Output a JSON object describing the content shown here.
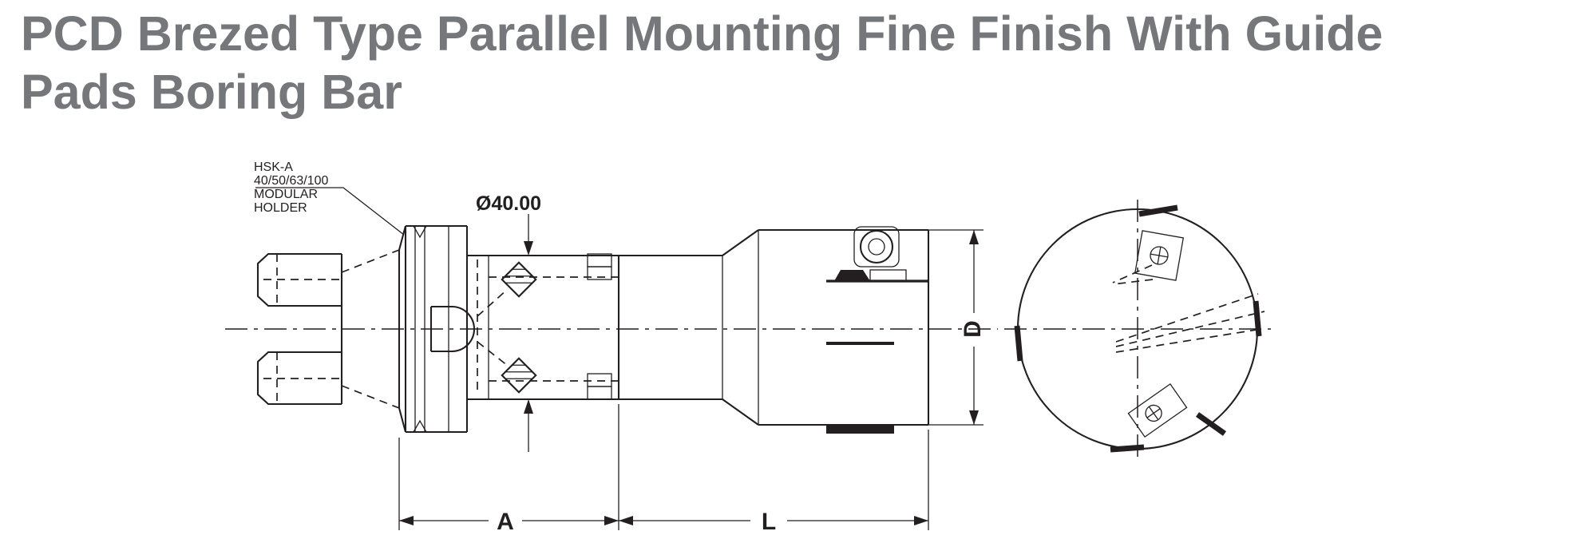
{
  "title": {
    "line1": "PCD Brezed Type Parallel Mounting Fine Finish With Guide",
    "line2": "Pads Boring Bar"
  },
  "drawing": {
    "holder_label": {
      "l1": "HSK-A",
      "l2": "40/50/63/100",
      "l3": "MODULAR",
      "l4": "HOLDER"
    },
    "diameter_label": "Ø40.00",
    "dimensions": {
      "a": "A",
      "l": "L",
      "d": "D"
    }
  },
  "colors": {
    "title_gray": "#76777a",
    "line_black": "#231f20",
    "background": "#ffffff"
  }
}
